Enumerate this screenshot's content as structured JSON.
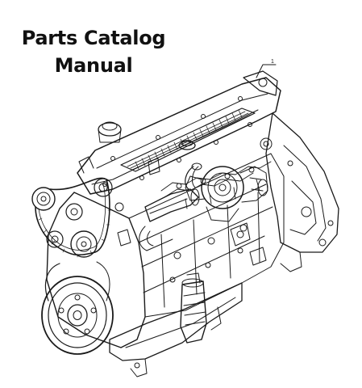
{
  "title": {
    "line1": "Parts Catalog",
    "line2": "Manual"
  },
  "illustration": {
    "subject": "engine-line-drawing",
    "callout": "1",
    "stroke_color": "#1a1a1a",
    "background_color": "#ffffff"
  }
}
